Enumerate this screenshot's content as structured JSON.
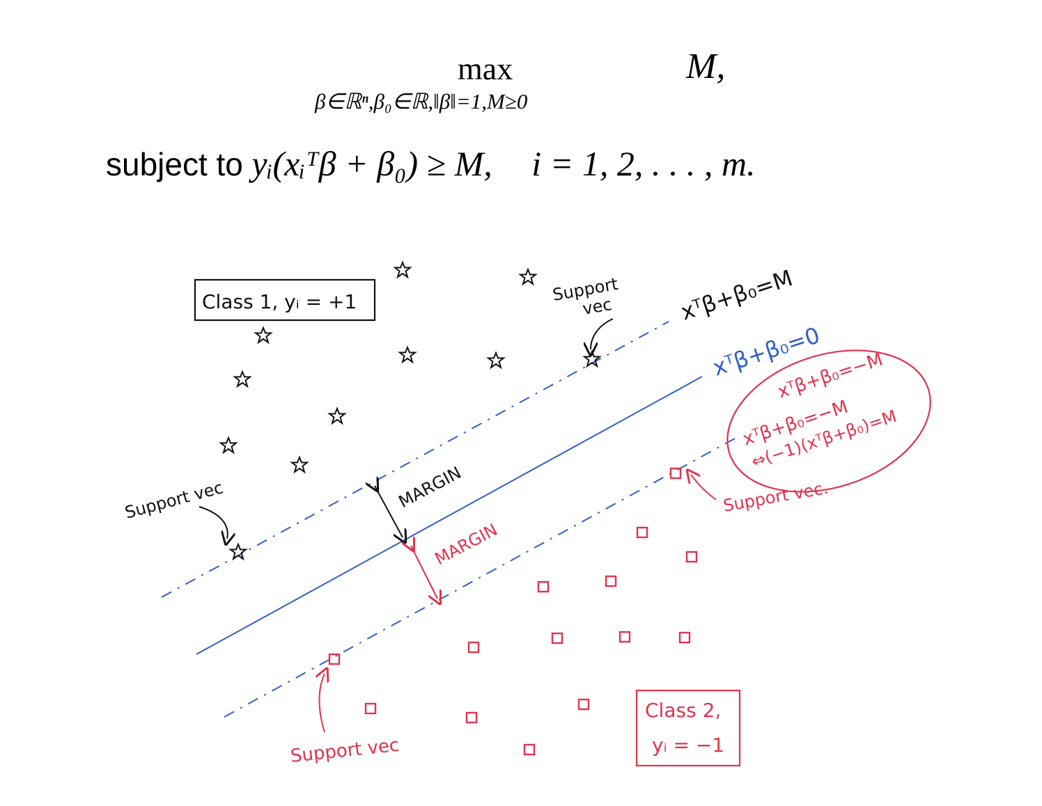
{
  "equation": {
    "objective_op": "max",
    "objective_subscript": "β∈ℝⁿ,β₀∈ℝ,‖β‖=1,M≥0",
    "objective_var": "M,",
    "subject_to_label": "subject to",
    "constraint": "yᵢ(xᵢᵀβ + β₀) ≥ M,",
    "index_range": "i = 1, 2, . . . , m."
  },
  "diagram": {
    "class1_label": "Class 1,  yᵢ = +1",
    "class2_label_line1": "Class 2,",
    "class2_label_line2": "yᵢ = −1",
    "support_vec_top": "Support",
    "support_vec_top_2": "vec",
    "support_vec_left": "Support vec",
    "support_vec_right": "Support vec.",
    "support_vec_bottom": "Support vec",
    "margin_upper": "MARGIN",
    "margin_lower": "MARGIN",
    "line_upper": "xᵀβ+β₀=M",
    "line_middle": "xᵀβ+β₀=0",
    "line_lower": "xᵀβ+β₀=−M",
    "bubble_line1": "xᵀβ+β₀=−M",
    "bubble_line2": "⇔(−1)(xᵀβ+β₀)=M",
    "colors": {
      "ink": "#111111",
      "blue": "#2f5fc4",
      "red": "#e0334e"
    }
  }
}
